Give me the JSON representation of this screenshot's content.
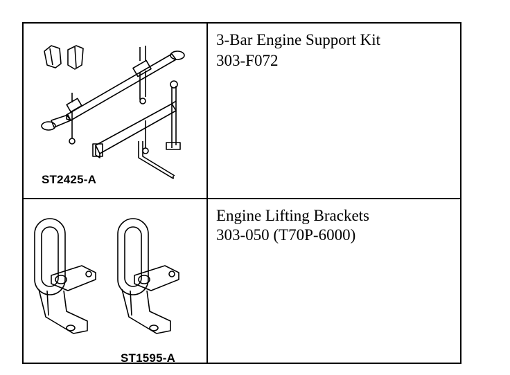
{
  "tools": [
    {
      "name": "3-Bar Engine Support Kit",
      "part_number": "303-F072",
      "illustration_code": "ST2425-A",
      "illustration": "engine-support-kit-illustration"
    },
    {
      "name": "Engine Lifting Brackets",
      "part_number": "303-050 (T70P-6000)",
      "illustration_code": "ST1595-A",
      "illustration": "lifting-brackets-illustration"
    }
  ]
}
